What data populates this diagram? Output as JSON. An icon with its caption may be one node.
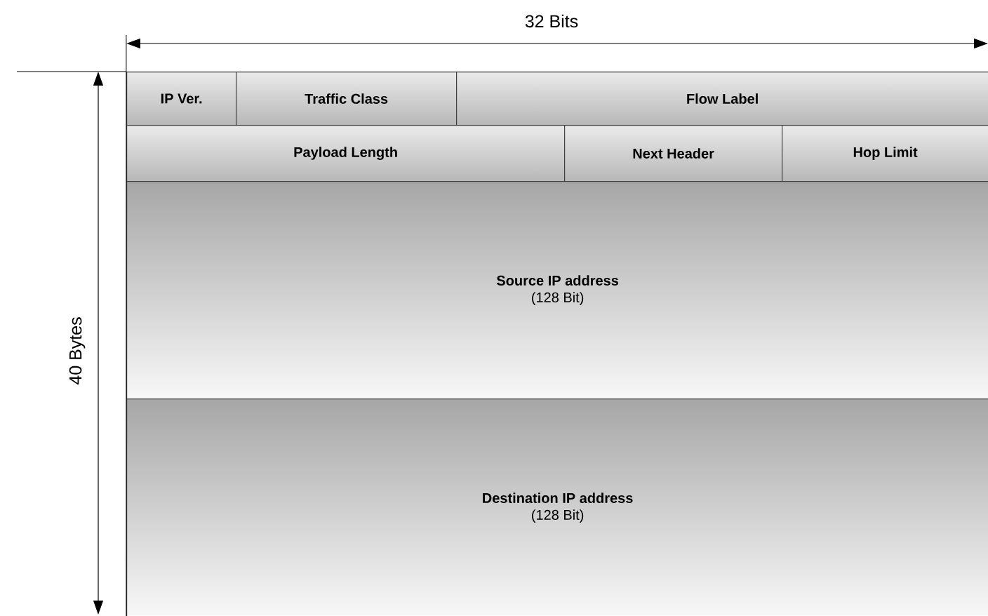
{
  "diagram": {
    "nodes": [
      {
        "text": [
          "IP Ver."
        ]
      },
      {
        "text": [
          "Traffic Class"
        ]
      },
      {
        "text": [
          "Flow Label"
        ]
      },
      {
        "text": [
          "Payload Length"
        ]
      },
      {
        "text": [
          "Next Header"
        ]
      },
      {
        "text": [
          "Hop Limit"
        ]
      },
      {
        "text": [
          "Source IP address",
          "(128 Bit)"
        ]
      },
      {
        "text": [
          "Destination IP address",
          "(128 Bit)"
        ]
      }
    ],
    "labels": [
      "32 Bits",
      "40 Bytes"
    ]
  }
}
